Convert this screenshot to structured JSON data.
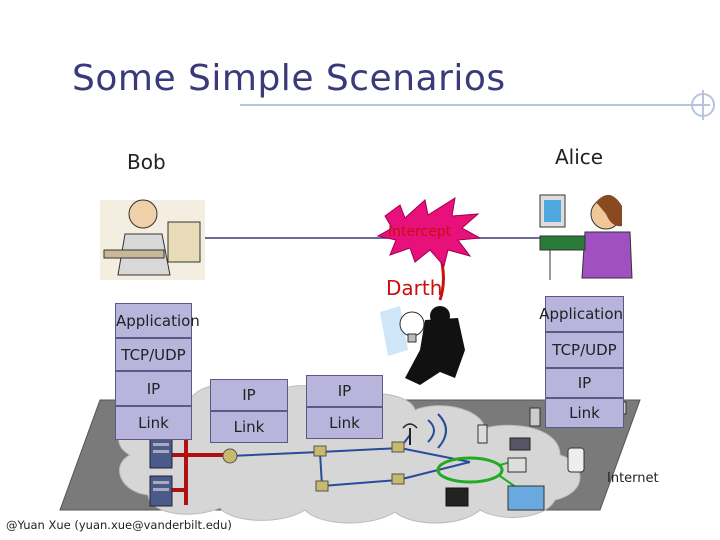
{
  "title": "Some Simple Scenarios",
  "people": {
    "bob": "Bob",
    "alice": "Alice",
    "darth": "Darth"
  },
  "attack_label": "Intercept",
  "stacks": {
    "bob": {
      "application": "Application",
      "transport": "TCP/UDP",
      "network": "IP",
      "link": "Link"
    },
    "router1": {
      "network": "IP",
      "link": "Link"
    },
    "router2": {
      "network": "IP",
      "link": "Link"
    },
    "alice": {
      "application": "Application",
      "transport": "TCP/UDP",
      "network": "IP",
      "link": "Link"
    }
  },
  "cloud_label": "Internet",
  "footer": "@Yuan Xue (yuan.xue@vanderbilt.edu)",
  "colors": {
    "title": "#3a3a7a",
    "box_fill": "#b8b4dc",
    "alert": "#c81010",
    "cloud": "#d6d6d6"
  }
}
